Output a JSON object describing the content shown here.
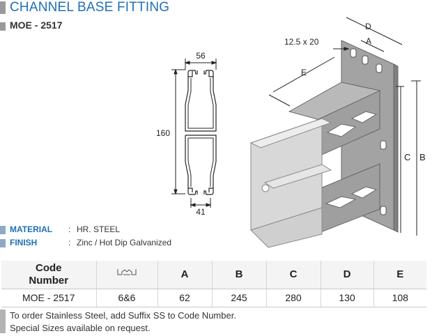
{
  "header": {
    "title": "CHANNEL BASE FITTING",
    "code": "MOE - 2517"
  },
  "drawing": {
    "profile": {
      "width_label": "56",
      "height_label": "160",
      "base_label": "41"
    },
    "iso": {
      "slot_label": "12.5 x 20",
      "dim_d": "D",
      "dim_a": "A",
      "dim_e": "E",
      "dim_c": "C",
      "dim_b": "B"
    }
  },
  "specs": [
    {
      "label": "MATERIAL",
      "colon": ":",
      "value": "HR. STEEL"
    },
    {
      "label": "FINISH",
      "colon": ":",
      "value": "Zinc / Hot Dip Galvanized"
    }
  ],
  "table": {
    "headers": {
      "code_line1": "Code",
      "code_line2": "Number",
      "a": "A",
      "b": "B",
      "c": "C",
      "d": "D",
      "e": "E"
    },
    "row": {
      "code": "MOE - 2517",
      "channel": "6&6",
      "a": "62",
      "b": "245",
      "c": "280",
      "d": "130",
      "e": "108"
    }
  },
  "notes": [
    "To order Stainless Steel, add Suffix SS to Code Number.",
    "Special Sizes available on request."
  ],
  "colors": {
    "accent": "#1e6fb8",
    "grey_bar": "#9a9a9a",
    "spec_bar": "#8ea9c8"
  }
}
